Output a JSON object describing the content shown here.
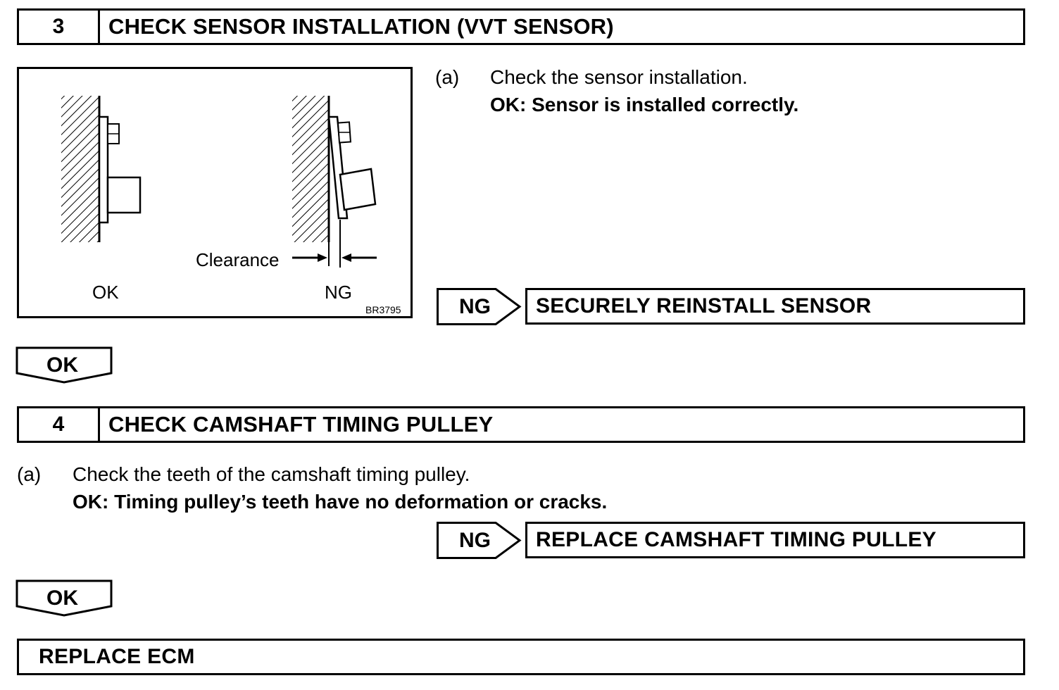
{
  "step3": {
    "number": "3",
    "title": "CHECK SENSOR INSTALLATION (VVT SENSOR)",
    "item_label": "(a)",
    "instruction": "Check the sensor installation.",
    "ok_criteria": "OK: Sensor is installed correctly.",
    "figure": {
      "ok_label": "OK",
      "ng_label": "NG",
      "clearance_label": "Clearance",
      "code": "BR3795"
    },
    "ng_tag": "NG",
    "ng_action": "SECURELY REINSTALL SENSOR",
    "ok_tag": "OK"
  },
  "step4": {
    "number": "4",
    "title": "CHECK CAMSHAFT TIMING PULLEY",
    "item_label": "(a)",
    "instruction": "Check the teeth of the camshaft timing pulley.",
    "ok_criteria": "OK: Timing pulley’s teeth have no deformation or cracks.",
    "ng_tag": "NG",
    "ng_action": "REPLACE CAMSHAFT TIMING PULLEY",
    "ok_tag": "OK"
  },
  "final": {
    "action": "REPLACE ECM"
  }
}
